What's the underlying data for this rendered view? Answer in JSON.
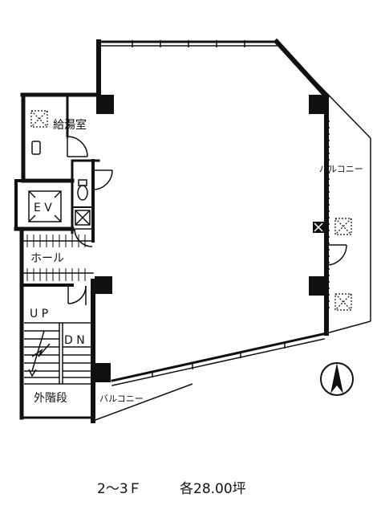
{
  "labels": {
    "kitchenette": "給湯室",
    "ev": "E V",
    "hall": "ホール",
    "up": "U P",
    "dn": "D N",
    "outer_stairs": "外階段",
    "balcony_right": "バルコニー",
    "balcony_bottom": "バルコニー"
  },
  "caption": {
    "floor": "2～3Ｆ",
    "area": "各28.00坪"
  },
  "icons": {
    "north_arrow": "north-arrow-icon",
    "column_marker": "aircon-unit-icon",
    "elevator": "elevator-icon",
    "toilet": "toilet-icon"
  }
}
